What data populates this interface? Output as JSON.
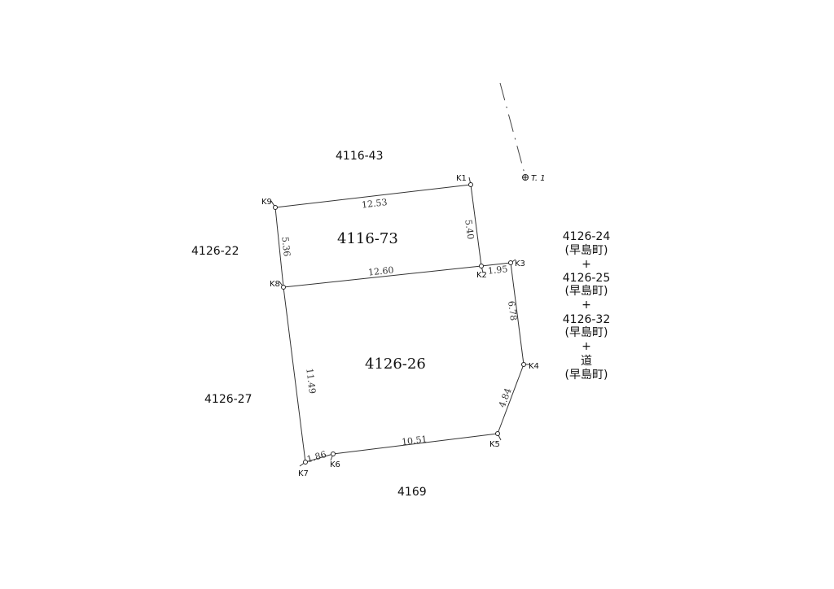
{
  "parcels": {
    "north": "4116-43",
    "west_upper": "4126-22",
    "west_lower": "4126-27",
    "south": "4169",
    "subject_upper": "4116-73",
    "subject_lower": "4126-26"
  },
  "east_list": {
    "l1": "4126-24",
    "l2": "(早島町)",
    "l3": "+",
    "l4": "4126-25",
    "l5": "(早島町)",
    "l6": "+",
    "l7": "4126-32",
    "l8": "(早島町)",
    "l9": "+",
    "l10": "道",
    "l11": "(早島町)"
  },
  "points": {
    "k1": "K1",
    "k2": "K2",
    "k3": "K3",
    "k4": "K4",
    "k5": "K5",
    "k6": "K6",
    "k7": "K7",
    "k8": "K8",
    "k9": "K9",
    "t1": "T. 1"
  },
  "lengths": {
    "k9_k1": "12.53",
    "k1_k2": "5.40",
    "k9_k8": "5.36",
    "k8_k2": "12.60",
    "k2_k3": "1.95",
    "k3_k4": "6.78",
    "k4_k5": "4.84",
    "k5_k6": "10.51",
    "k6_k7": "1.86",
    "k8_k7": "11.49"
  }
}
